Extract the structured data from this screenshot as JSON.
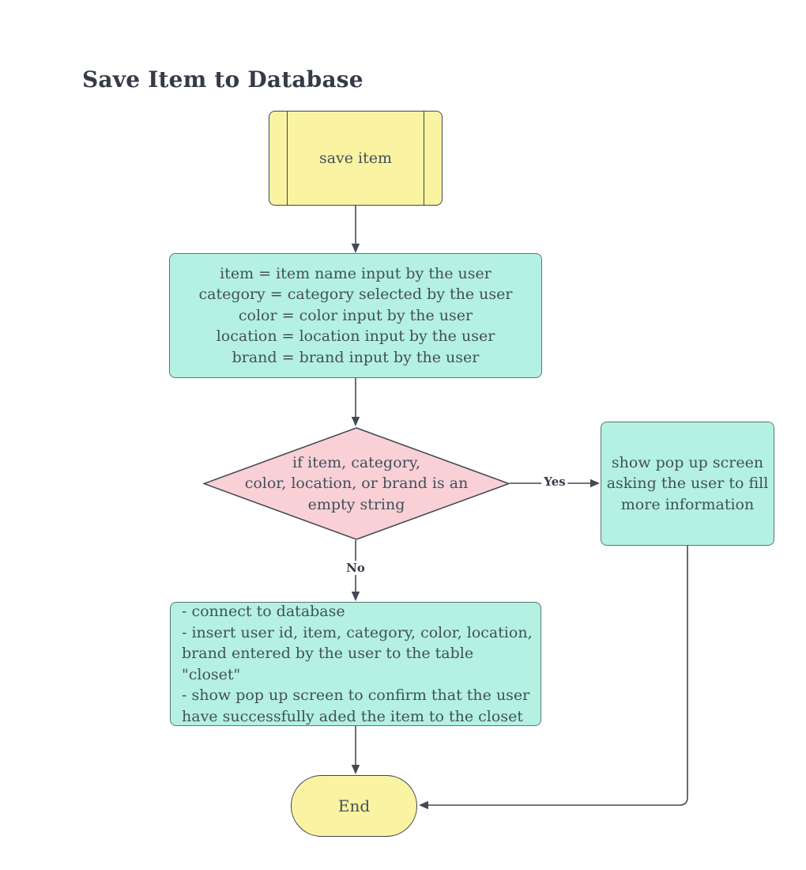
{
  "title": "Save Item to Database",
  "colors": {
    "title_text": "#353b46",
    "body_text": "#42505a",
    "label_text": "#343b46",
    "line": "#424954",
    "stroke_dark": "#3f4651",
    "yellow_fill": "#faf3a2",
    "teal_fill": "#b4f1e3",
    "teal_stroke": "#57786f",
    "pink_fill": "#f8d0d6"
  },
  "nodes": {
    "start": {
      "label": "save item"
    },
    "assign": {
      "text": "item = item name input by the user\ncategory = category selected by the user\ncolor = color input by the user\nlocation = location input by the user\nbrand = brand input by the user"
    },
    "decision": {
      "text": "if item, category,\ncolor, location, or brand is an\nempty string"
    },
    "yes_result": {
      "text": "show pop up screen\nasking the user to fill\nmore information"
    },
    "process": {
      "text": "- connect to database\n- insert user id, item, category, color, location,\nbrand entered by the user to the table \"closet\"\n- show pop up screen to confirm that the user\nhave successfully aded the item to the closet"
    },
    "end": {
      "label": "End"
    }
  },
  "edges": {
    "yes_label": "Yes",
    "no_label": "No"
  }
}
